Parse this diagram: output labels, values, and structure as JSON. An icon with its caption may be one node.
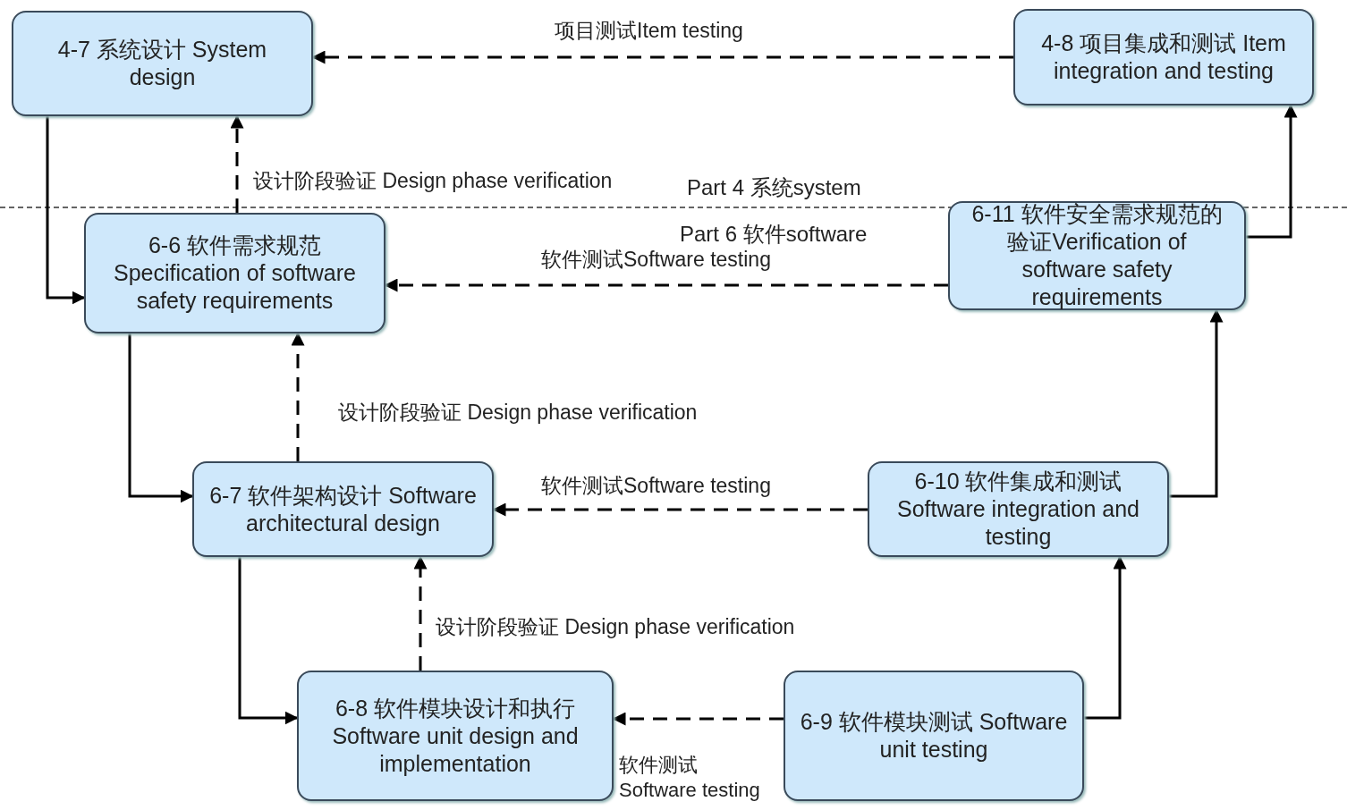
{
  "diagram": {
    "nodes": [
      {
        "text": [
          "4-7 系统设计 System design"
        ]
      },
      {
        "text": [
          "4-8 项目集成和测试 Item integration and testing"
        ]
      },
      {
        "text": [
          "6-6 软件需求规范 Specification of software safety requirements"
        ]
      },
      {
        "text": [
          "6-11 软件安全需求规范的验证Verification of software safety requirements"
        ]
      },
      {
        "text": [
          "6-7 软件架构设计 Software architectural design"
        ]
      },
      {
        "text": [
          "6-10 软件集成和测试 Software integration and testing"
        ]
      },
      {
        "text": [
          "6-8 软件模块设计和执行Software unit design and implementation"
        ]
      },
      {
        "text": [
          "6-9 软件模块测试 Software unit testing"
        ]
      }
    ],
    "edges": [
      {
        "from": 0,
        "to": 2,
        "arrow": "to"
      },
      {
        "from": 2,
        "to": 4,
        "arrow": "to"
      },
      {
        "from": 4,
        "to": 6,
        "arrow": "to"
      },
      {
        "from": 7,
        "to": 5,
        "arrow": "to"
      },
      {
        "from": 5,
        "to": 3,
        "arrow": "to"
      },
      {
        "from": 3,
        "to": 1,
        "arrow": "to"
      },
      {
        "from": 1,
        "to": 0,
        "arrow": "to",
        "style": "dashed",
        "label": "项目测试Item testing"
      },
      {
        "from": 2,
        "to": 0,
        "arrow": "to",
        "style": "dashed",
        "label": "设计阶段验证 Design phase verification"
      },
      {
        "from": 3,
        "to": 2,
        "arrow": "to",
        "style": "dashed",
        "label": "软件测试Software testing"
      },
      {
        "from": 4,
        "to": 2,
        "arrow": "to",
        "style": "dashed",
        "label": "设计阶段验证 Design phase verification"
      },
      {
        "from": 5,
        "to": 4,
        "arrow": "to",
        "style": "dashed",
        "label": "软件测试Software testing"
      },
      {
        "from": 6,
        "to": 4,
        "arrow": "to",
        "style": "dashed",
        "label": "设计阶段验证 Design phase verification"
      },
      {
        "from": 7,
        "to": 6,
        "arrow": "to",
        "style": "dashed",
        "label": "软件测试 Software testing"
      }
    ],
    "labels": [
      "Part 4 系统system",
      "Part 6 软件software"
    ]
  }
}
